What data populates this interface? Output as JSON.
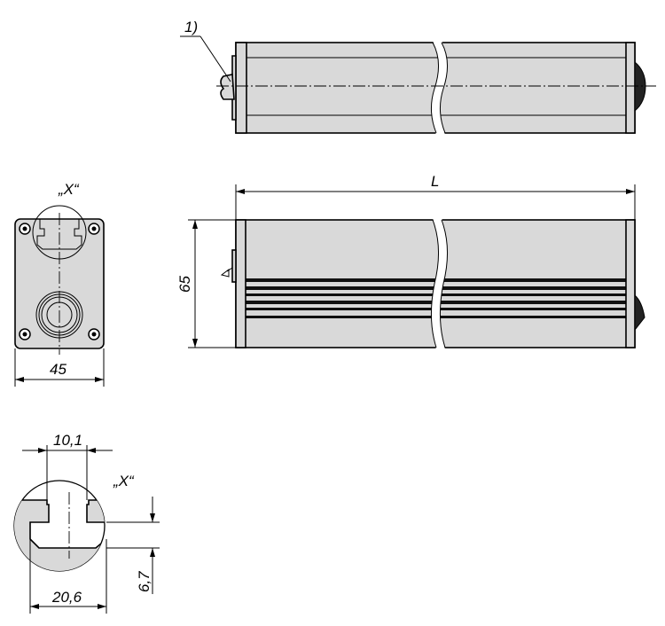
{
  "labels": {
    "note_ref": "1)",
    "length": "L",
    "height": "65",
    "width": "45",
    "detail_top": "„X“",
    "detail_view": "„X“",
    "slot_width": "10,1",
    "slot_base": "20,6",
    "slot_depth": "6,7"
  },
  "colors": {
    "fill": "#d9d9d9",
    "line": "#000000"
  }
}
